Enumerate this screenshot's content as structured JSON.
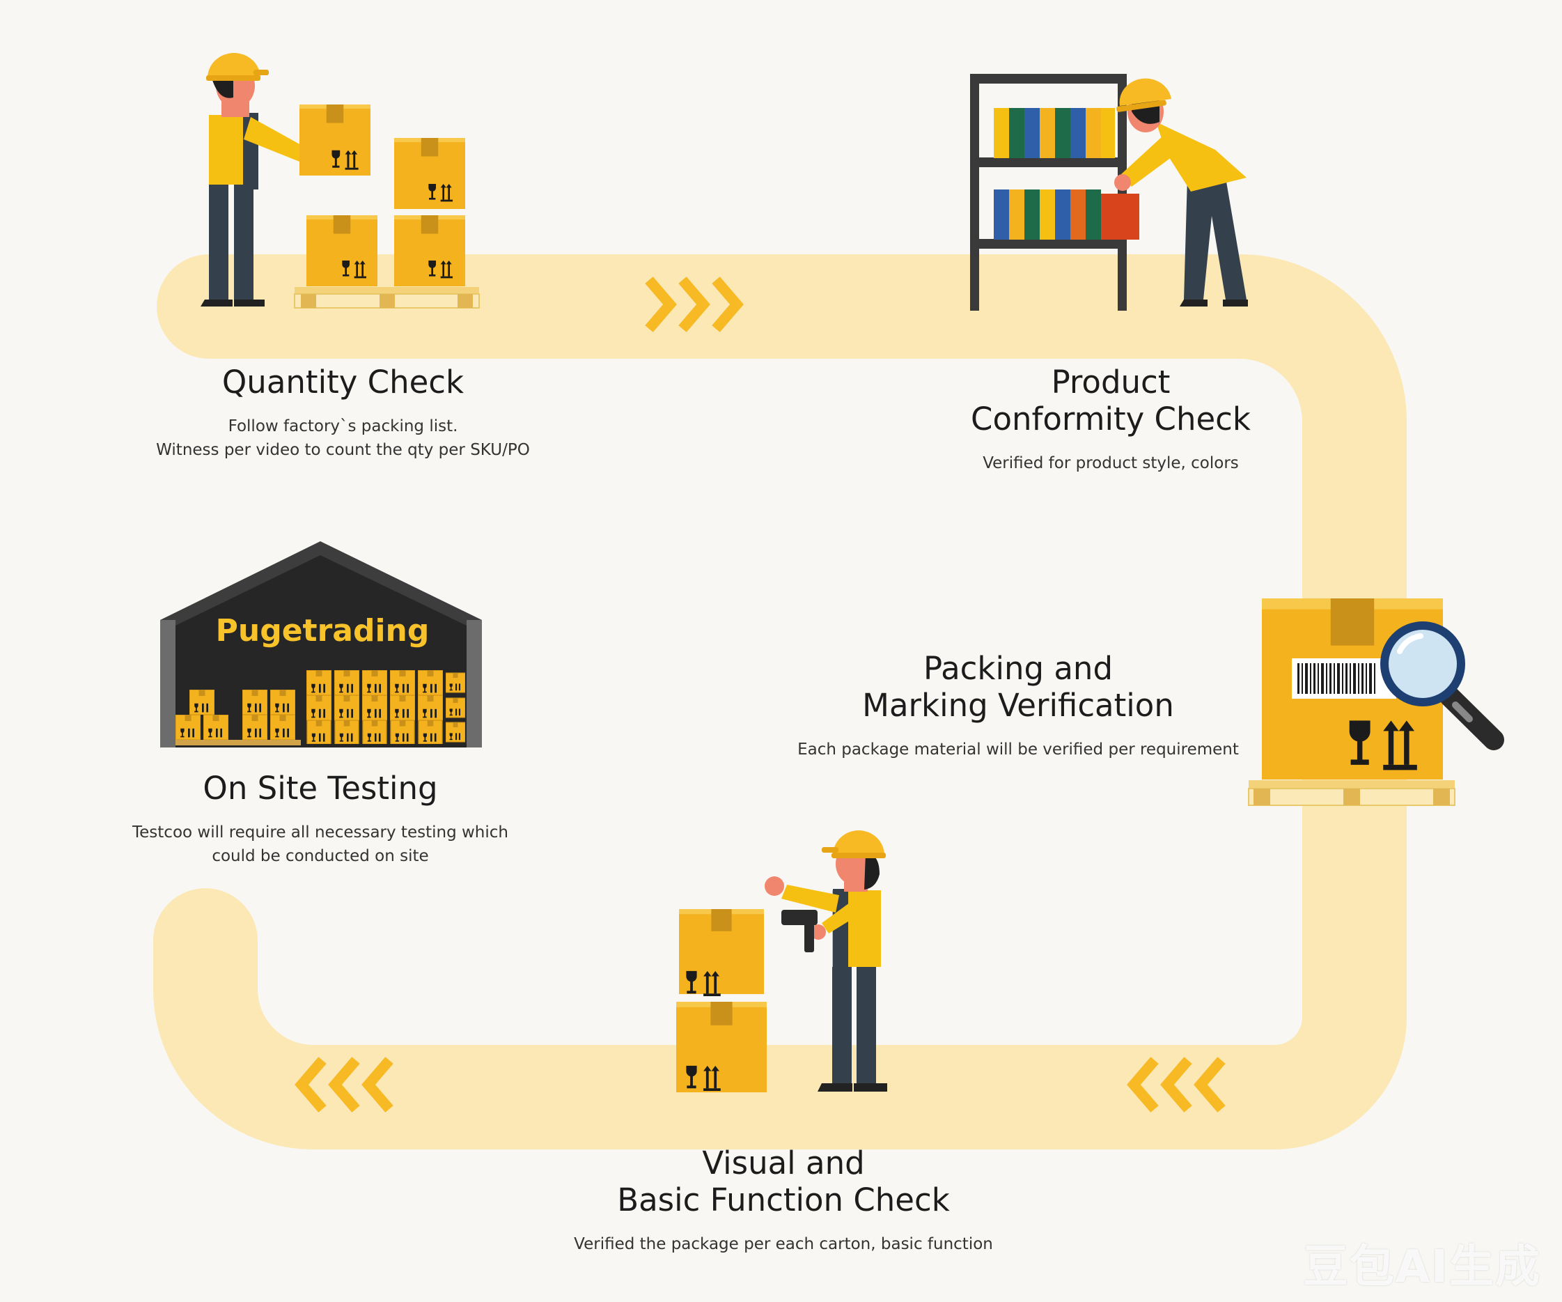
{
  "steps": [
    {
      "id": "quantity-check",
      "title_lines": [
        "Quantity Check"
      ],
      "desc_lines": [
        "Follow factory`s packing list.",
        "Witness per video to count the qty per SKU/PO"
      ]
    },
    {
      "id": "product-conformity-check",
      "title_lines": [
        "Product",
        "Conformity Check"
      ],
      "desc_lines": [
        "Verified for product style, colors"
      ]
    },
    {
      "id": "packing-marking-verification",
      "title_lines": [
        "Packing and",
        "Marking Verification"
      ],
      "desc_lines": [
        "Each package material will be verified per requirement"
      ]
    },
    {
      "id": "visual-basic-function-check",
      "title_lines": [
        "Visual and",
        "Basic Function Check"
      ],
      "desc_lines": [
        "Verified the package per each carton, basic function"
      ]
    },
    {
      "id": "on-site-testing",
      "title_lines": [
        "On Site Testing"
      ],
      "desc_lines": [
        "Testcoo will require all necessary testing which",
        "could be conducted on site"
      ]
    }
  ],
  "warehouse": {
    "sign": "Pugetrading"
  },
  "watermark": "豆包AI生成",
  "colors": {
    "path": "#fbe8b4",
    "accent": "#f7b924",
    "box": "#f3b21e",
    "box_tape": "#c9911a",
    "worker_shirt": "#f6c012",
    "worker_pants": "#34414c",
    "hard_hat": "#f7b924",
    "skin": "#f0866d",
    "dark": "#2b2b2b"
  },
  "icons": [
    "chevron-right-icon",
    "chevron-left-icon",
    "fragile-glass-icon",
    "this-way-up-icon",
    "magnifier-icon",
    "barcode-icon"
  ]
}
